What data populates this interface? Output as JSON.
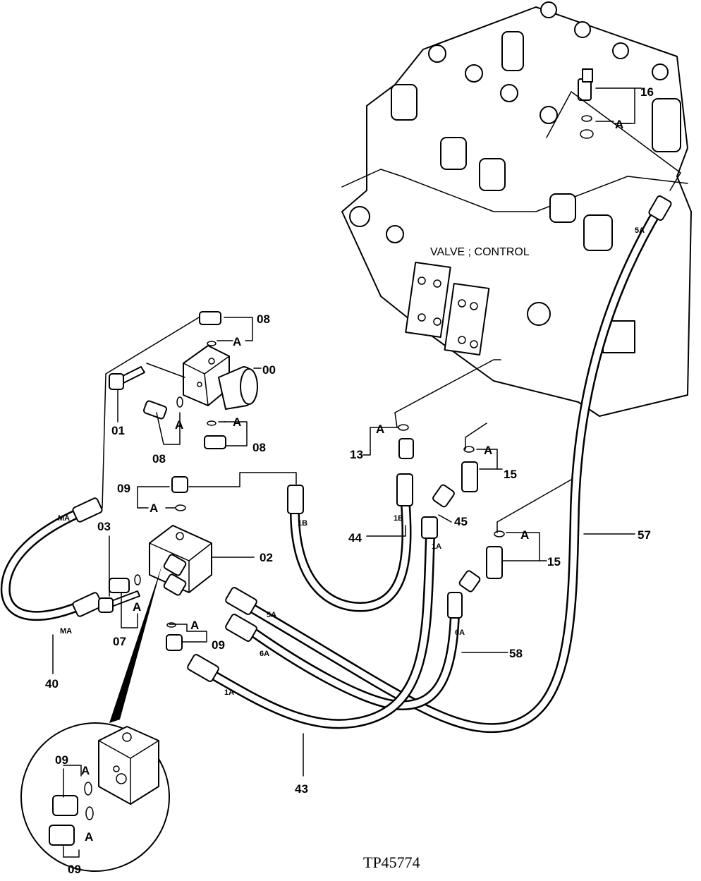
{
  "figure_id": "TP45774",
  "valve_label": "VALVE ; CONTROL",
  "callouts": {
    "c00": "00",
    "c01": "01",
    "c02": "02",
    "c03": "03",
    "c07": "07",
    "c08a": "08",
    "c08b": "08",
    "c08c": "08",
    "c09a": "09",
    "c09b": "09",
    "c09c": "09",
    "c09d": "09",
    "c13": "13",
    "c15a": "15",
    "c15b": "15",
    "c16": "16",
    "c40": "40",
    "c43": "43",
    "c44": "44",
    "c45": "45",
    "c57": "57",
    "c58": "58"
  },
  "ref_letter": "A",
  "hose_tags": {
    "ma_top": "MA",
    "ma_bot": "MA",
    "t1b_a": "1B",
    "t1b_b": "1B",
    "t1a_a": "1A",
    "t1a_b": "1A",
    "t5a_a": "5A",
    "t5a_b": "5A",
    "t6a_a": "6A",
    "t6a_b": "6A"
  }
}
